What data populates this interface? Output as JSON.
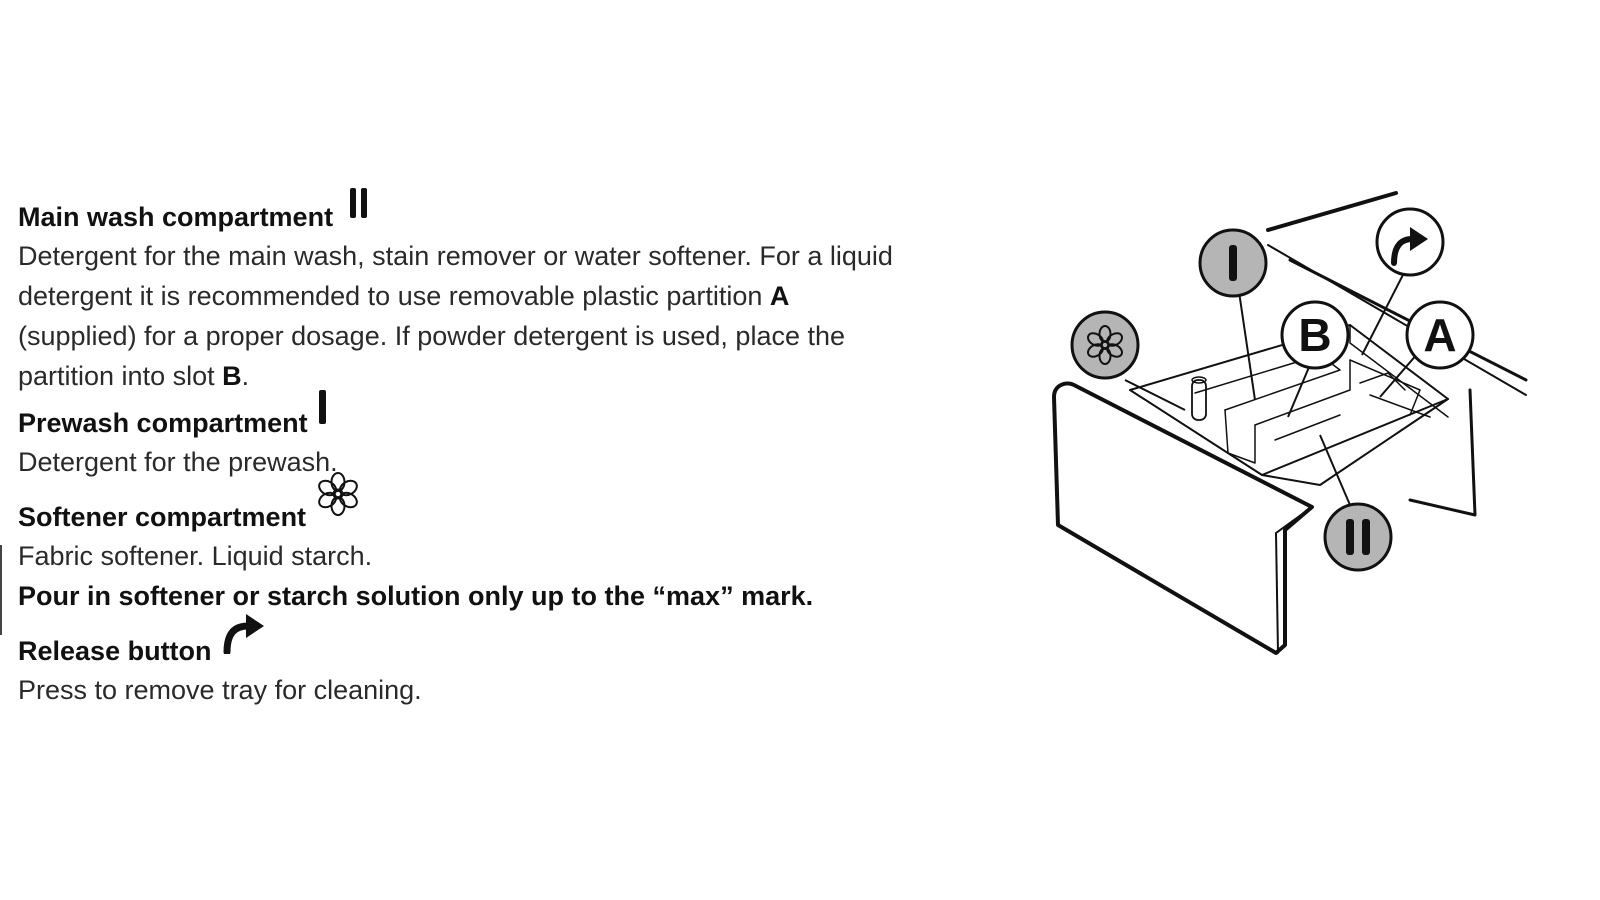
{
  "sections": {
    "main_wash": {
      "title": "Main wash compartment",
      "icon": "main-wash-ii-icon",
      "body_1": "Detergent for the main wash, stain remover or water softener. For a liquid",
      "body_2a": "detergent it is recommended to use removable plastic partition ",
      "body_2b": "A",
      "body_3": "(supplied) for a proper dosage. If powder detergent is used, place the",
      "body_4a": "partition into slot ",
      "body_4b": "B",
      "body_4c": "."
    },
    "prewash": {
      "title": "Prewash compartment",
      "icon": "prewash-i-icon",
      "body": "Detergent for the prewash."
    },
    "softener": {
      "title": "Softener compartment",
      "icon": "flower-icon",
      "body": "Fabric softener. Liquid starch.",
      "warning": "Pour in softener or starch solution only up to the “max” mark."
    },
    "release": {
      "title": "Release button",
      "icon": "curved-arrow-icon",
      "body": "Press to remove tray for cleaning."
    }
  },
  "illustration": {
    "label_I": "I",
    "label_II": "II",
    "label_A": "A",
    "label_B": "B",
    "icons": [
      "flower-icon",
      "curved-arrow-icon"
    ]
  }
}
